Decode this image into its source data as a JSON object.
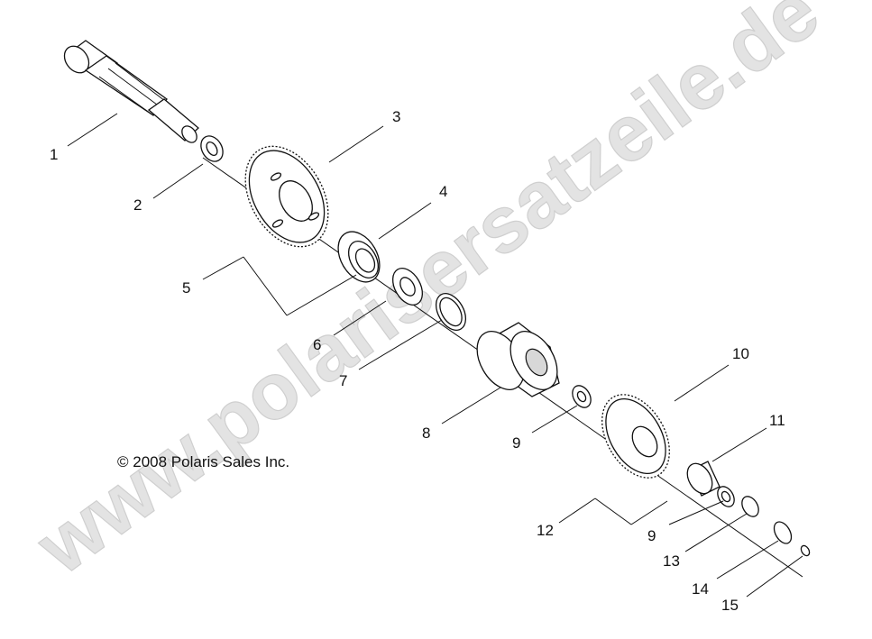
{
  "watermark": "www.polarisersatzeile.de",
  "copyright": "© 2008 Polaris Sales Inc.",
  "callouts": [
    {
      "id": "1",
      "label": "1"
    },
    {
      "id": "2",
      "label": "2"
    },
    {
      "id": "3",
      "label": "3"
    },
    {
      "id": "4",
      "label": "4"
    },
    {
      "id": "5",
      "label": "5"
    },
    {
      "id": "6",
      "label": "6"
    },
    {
      "id": "7",
      "label": "7"
    },
    {
      "id": "8",
      "label": "8"
    },
    {
      "id": "9a",
      "label": "9"
    },
    {
      "id": "10",
      "label": "10"
    },
    {
      "id": "11",
      "label": "11"
    },
    {
      "id": "12",
      "label": "12"
    },
    {
      "id": "9b",
      "label": "9"
    },
    {
      "id": "13",
      "label": "13"
    },
    {
      "id": "14",
      "label": "14"
    },
    {
      "id": "15",
      "label": "15"
    }
  ]
}
